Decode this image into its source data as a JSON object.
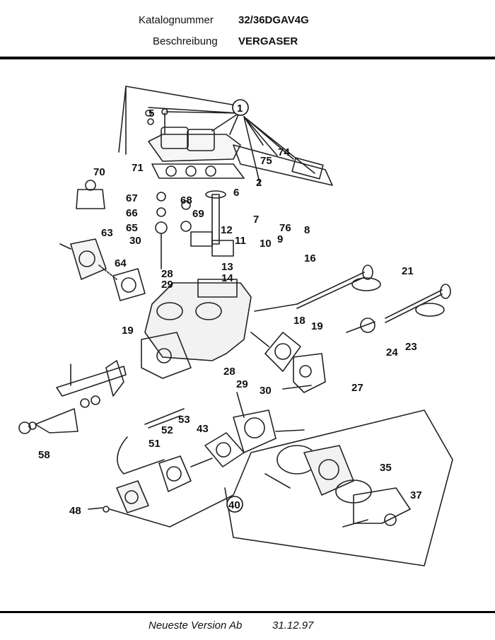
{
  "header": {
    "catalog_label": "Katalognummer",
    "catalog_value": "32/36DGAV4G",
    "description_label": "Beschreibung",
    "description_value": "VERGASER"
  },
  "footer": {
    "version_label": "Neueste Version Ab",
    "version_date": "31.12.97"
  },
  "callouts": [
    "1",
    "5",
    "74",
    "75",
    "70",
    "71",
    "2",
    "6",
    "67",
    "68",
    "66",
    "69",
    "12",
    "7",
    "76",
    "8",
    "65",
    "9",
    "10",
    "11",
    "63",
    "30",
    "16",
    "13",
    "14",
    "64",
    "28",
    "29",
    "21",
    "19",
    "18",
    "24",
    "23",
    "19",
    "28",
    "29",
    "30",
    "27",
    "53",
    "52",
    "43",
    "51",
    "58",
    "35",
    "40",
    "48",
    "37"
  ]
}
